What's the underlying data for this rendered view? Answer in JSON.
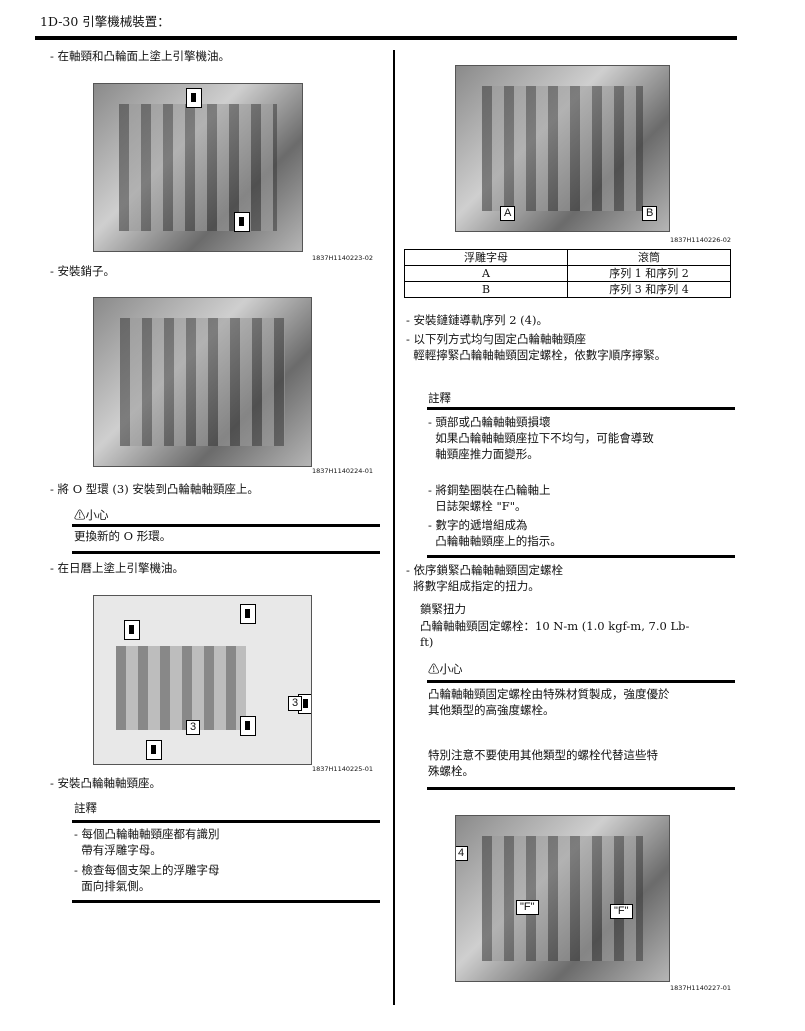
{
  "header": {
    "title": "1D-30 引擎機械裝置："
  },
  "left": {
    "step1": "- 在軸頸和凸輪面上塗上引擎機油。",
    "photo1_caption": "1837H1140223-02",
    "step2": "- 安裝銷子。",
    "photo2_caption": "1837H1140224-01",
    "step3": "- 將 O 型環 (3) 安裝到凸輪軸軸頸座上。",
    "caution1_title": "⚠小心",
    "caution1_text": "更換新的 O 形環。",
    "step4": "- 在日曆上塗上引擎機油。",
    "photo3_caption": "1837H1140225-01",
    "photo3_labels": [
      "3",
      "3"
    ],
    "step5": "- 安裝凸輪軸軸頸座。",
    "note1_title": "註釋",
    "note1_items": [
      "- 每個凸輪軸軸頸座都有識別",
      "  帶有浮雕字母。",
      "- 檢查每個支架上的浮雕字母",
      "  面向排氣側。"
    ]
  },
  "right": {
    "photo4_caption": "1837H1140226-02",
    "photo4_labels": [
      "A",
      "B"
    ],
    "table": {
      "headers": [
        "浮雕字母",
        "滾筒"
      ],
      "rows": [
        [
          "A",
          "序列 1 和序列 2"
        ],
        [
          "B",
          "序列 3 和序列 4"
        ]
      ]
    },
    "step6": "- 安裝鏈鏈導軌序列 2 (4)。",
    "step7": [
      "- 以下列方式均勻固定凸輪軸軸頸座",
      "  輕輕擰緊凸輪軸軸頸固定螺栓，依數字順序擰緊。"
    ],
    "note2_title": "註釋",
    "note2_items": [
      "- 頭部或凸輪軸軸頸損壞",
      "  如果凸輪軸軸頸座拉下不均勻，可能會導致",
      "  軸頸座推力面變形。",
      "- 將銅墊圈裝在凸輪軸上",
      "  日誌架螺栓 \"F\"。",
      "- 數字的遞增組成為",
      "  凸輪軸軸頸座上的指示。"
    ],
    "step8": [
      "- 依序鎖緊凸輪軸軸頸固定螺栓",
      "  將數字組成指定的扭力。"
    ],
    "torque_title": "鎖緊扭力",
    "torque_lines": [
      "凸輪軸軸頸固定螺栓：10 N-m (1.0 kgf-m, 7.0 Lb-",
      "ft)"
    ],
    "caution2_title": "⚠小心",
    "caution2_lines": [
      "凸輪軸軸頸固定螺栓由特殊材質製成，強度優於",
      "其他類型的高強度螺栓。",
      "特別注意不要使用其他類型的螺栓代替這些特",
      "殊螺栓。"
    ],
    "photo5_caption": "1837H1140227-01",
    "photo5_labels": [
      "4",
      "\"F\"",
      "\"F\""
    ]
  }
}
